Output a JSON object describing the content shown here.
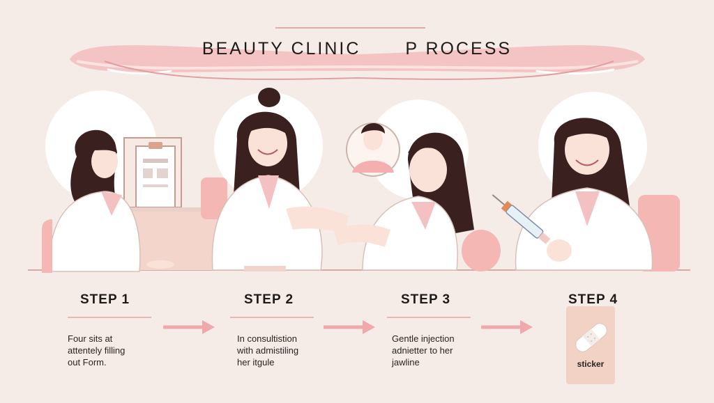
{
  "title": {
    "left": "BEAUTY CLINIC",
    "right": "P ROCESS"
  },
  "steps": [
    {
      "label": "STEP 1",
      "lines": [
        "Four sits at",
        "attentely filling",
        "out Form."
      ]
    },
    {
      "label": "STEP 2",
      "lines": [
        "In consultistion",
        "with admistiling",
        "her itgule"
      ]
    },
    {
      "label": "STEP 3",
      "lines": [
        "Gentle injection",
        "adnietter to her",
        "jawline"
      ]
    },
    {
      "label": "STEP 4",
      "sticker": "sticker"
    }
  ],
  "colors": {
    "background": "#f6ece7",
    "accent_pink": "#efa9ac",
    "coat": "#ffffff",
    "hair": "#3b2020",
    "floor": "#f0b6ae"
  }
}
